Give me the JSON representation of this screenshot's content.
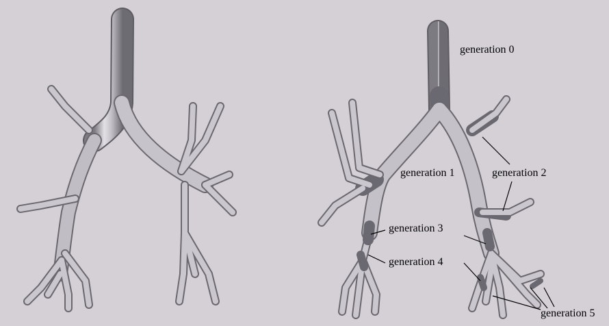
{
  "figure": {
    "background": "#d4d0d6",
    "labels": {
      "gen0": "generation 0",
      "gen1": "generation 1",
      "gen2": "generation 2",
      "gen3": "generation 3",
      "gen4": "generation 4",
      "gen5": "generation 5"
    },
    "colors": {
      "airway_fill": "#b4b2b8",
      "airway_stroke": "#5e5c62",
      "airway_highlight": "#eceaee",
      "segment_dark": "#6a6870",
      "leader_line": "#000000"
    }
  }
}
